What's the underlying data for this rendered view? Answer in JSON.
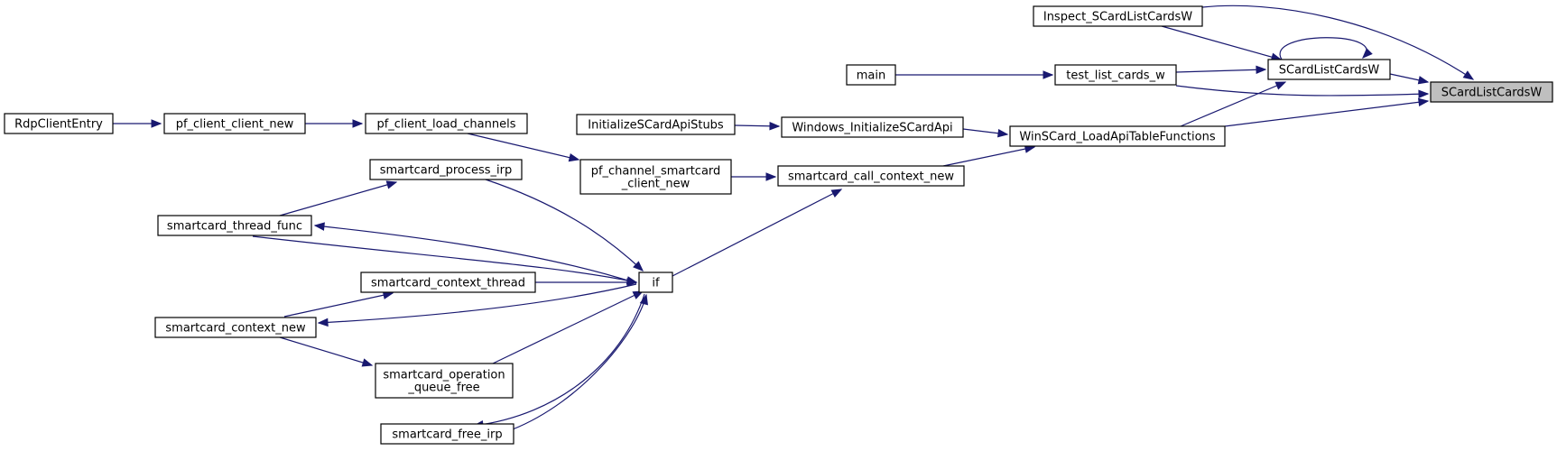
{
  "diagram": {
    "type": "call-graph",
    "focus_node": "SCardListCardsW",
    "nodes": [
      {
        "id": "SCardListCardsW_target",
        "lines": [
          "SCardListCardsW"
        ]
      },
      {
        "id": "Inspect_SCardListCardsW",
        "lines": [
          "Inspect_SCardListCardsW"
        ]
      },
      {
        "id": "SCardListCardsW",
        "lines": [
          "SCardListCardsW"
        ]
      },
      {
        "id": "test_list_cards_w",
        "lines": [
          "test_list_cards_w"
        ]
      },
      {
        "id": "main",
        "lines": [
          "main"
        ]
      },
      {
        "id": "WinSCard_LoadApiTableFunctions",
        "lines": [
          "WinSCard_LoadApiTableFunctions"
        ]
      },
      {
        "id": "Windows_InitializeSCardApi",
        "lines": [
          "Windows_InitializeSCardApi"
        ]
      },
      {
        "id": "InitializeSCardApiStubs",
        "lines": [
          "InitializeSCardApiStubs"
        ]
      },
      {
        "id": "smartcard_call_context_new",
        "lines": [
          "smartcard_call_context_new"
        ]
      },
      {
        "id": "pf_channel_smartcard_client_new",
        "lines": [
          "pf_channel_smartcard",
          "_client_new"
        ]
      },
      {
        "id": "pf_client_load_channels",
        "lines": [
          "pf_client_load_channels"
        ]
      },
      {
        "id": "pf_client_client_new",
        "lines": [
          "pf_client_client_new"
        ]
      },
      {
        "id": "RdpClientEntry",
        "lines": [
          "RdpClientEntry"
        ]
      },
      {
        "id": "if",
        "lines": [
          "if"
        ]
      },
      {
        "id": "smartcard_process_irp",
        "lines": [
          "smartcard_process_irp"
        ]
      },
      {
        "id": "smartcard_thread_func",
        "lines": [
          "smartcard_thread_func"
        ]
      },
      {
        "id": "smartcard_context_thread",
        "lines": [
          "smartcard_context_thread"
        ]
      },
      {
        "id": "smartcard_context_new",
        "lines": [
          "smartcard_context_new"
        ]
      },
      {
        "id": "smartcard_operation_queue_free",
        "lines": [
          "smartcard_operation",
          "_queue_free"
        ]
      },
      {
        "id": "smartcard_free_irp",
        "lines": [
          "smartcard_free_irp"
        ]
      }
    ],
    "edges": [
      {
        "from": "Inspect_SCardListCardsW",
        "to": "SCardListCardsW_target"
      },
      {
        "from": "SCardListCardsW",
        "to": "SCardListCardsW_target"
      },
      {
        "from": "SCardListCardsW",
        "to": "SCardListCardsW"
      },
      {
        "from": "Inspect_SCardListCardsW",
        "to": "SCardListCardsW"
      },
      {
        "from": "test_list_cards_w",
        "to": "SCardListCardsW"
      },
      {
        "from": "WinSCard_LoadApiTableFunctions",
        "to": "SCardListCardsW"
      },
      {
        "from": "main",
        "to": "test_list_cards_w"
      },
      {
        "from": "test_list_cards_w",
        "to": "SCardListCardsW_target"
      },
      {
        "from": "WinSCard_LoadApiTableFunctions",
        "to": "SCardListCardsW_target"
      },
      {
        "from": "Windows_InitializeSCardApi",
        "to": "WinSCard_LoadApiTableFunctions"
      },
      {
        "from": "smartcard_call_context_new",
        "to": "WinSCard_LoadApiTableFunctions"
      },
      {
        "from": "InitializeSCardApiStubs",
        "to": "Windows_InitializeSCardApi"
      },
      {
        "from": "pf_channel_smartcard_client_new",
        "to": "smartcard_call_context_new"
      },
      {
        "from": "if",
        "to": "smartcard_call_context_new"
      },
      {
        "from": "pf_client_load_channels",
        "to": "pf_channel_smartcard_client_new"
      },
      {
        "from": "pf_client_client_new",
        "to": "pf_client_load_channels"
      },
      {
        "from": "RdpClientEntry",
        "to": "pf_client_client_new"
      },
      {
        "from": "smartcard_process_irp",
        "to": "if"
      },
      {
        "from": "smartcard_thread_func",
        "to": "smartcard_process_irp"
      },
      {
        "from": "if",
        "to": "smartcard_thread_func"
      },
      {
        "from": "smartcard_thread_func",
        "to": "if"
      },
      {
        "from": "smartcard_context_thread",
        "to": "if"
      },
      {
        "from": "smartcard_context_new",
        "to": "smartcard_context_thread"
      },
      {
        "from": "if",
        "to": "smartcard_context_new"
      },
      {
        "from": "smartcard_context_new",
        "to": "smartcard_operation_queue_free"
      },
      {
        "from": "smartcard_operation_queue_free",
        "to": "if"
      },
      {
        "from": "smartcard_free_irp",
        "to": "if"
      },
      {
        "from": "if",
        "to": "smartcard_free_irp"
      }
    ]
  },
  "colors": {
    "edge": "#191970",
    "node_fill": "#ffffff",
    "focus_fill": "#bfbfbf",
    "node_border": "#000000"
  }
}
